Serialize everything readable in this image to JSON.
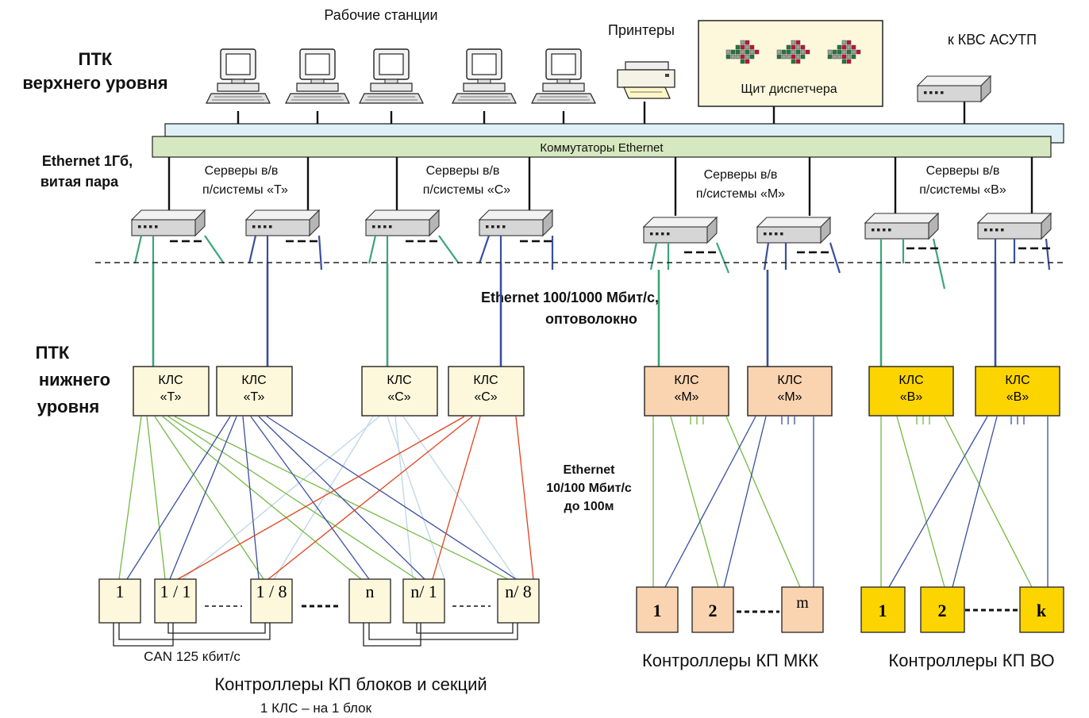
{
  "top_level": {
    "line1": "ПТК",
    "line2": "верхнего уровня"
  },
  "low_level": {
    "line1": "ПТК",
    "line2": "нижнего",
    "line3": "уровня"
  },
  "workstations_label": "Рабочие станции",
  "printers_label": "Принтеры",
  "dispatcher_panel_label": "Щит диспетчера",
  "kvs_label": "к КВС АСУТП",
  "switches_label": "Коммутаторы Ethernet",
  "ethernet_1g": {
    "line1": "Ethernet 1Гб,",
    "line2": "витая пара"
  },
  "ethernet_fiber": {
    "line1": "Ethernet 100/1000 Мбит/с,",
    "line2": "оптоволокно"
  },
  "ethernet_copper": {
    "line1": "Ethernet",
    "line2": "10/100 Мбит/с",
    "line3": "до 100м"
  },
  "server_groups": [
    {
      "line1": "Серверы в/в",
      "line2": "п/системы «Т»"
    },
    {
      "line1": "Серверы в/в",
      "line2": "п/системы «С»"
    },
    {
      "line1": "Серверы в/в",
      "line2": "п/системы «М»"
    },
    {
      "line1": "Серверы в/в",
      "line2": "п/системы «В»"
    }
  ],
  "kls": [
    {
      "line1": "КЛС",
      "line2": "«Т»"
    },
    {
      "line1": "КЛС",
      "line2": "«Т»"
    },
    {
      "line1": "КЛС",
      "line2": "«С»"
    },
    {
      "line1": "КЛС",
      "line2": "«С»"
    },
    {
      "line1": "КЛС",
      "line2": "«М»"
    },
    {
      "line1": "КЛС",
      "line2": "«М»"
    },
    {
      "line1": "КЛС",
      "line2": "«В»"
    },
    {
      "line1": "КЛС",
      "line2": "«В»"
    }
  ],
  "block_controllers": [
    "1",
    "1 / 1",
    "1 / 8",
    "n",
    "n/ 1",
    "n/ 8"
  ],
  "mkk_controllers": [
    "1",
    "2",
    "m"
  ],
  "vo_controllers": [
    "1",
    "2",
    "k"
  ],
  "can_label": "CAN 125 кбит/с",
  "block_caption": {
    "line1": "Контроллеры  КП блоков и секций",
    "line2": "1 КЛС – на 1 блок"
  },
  "mkk_caption": "Контроллеры КП МКК",
  "vo_caption": "Контроллеры КП ВО",
  "colors": {
    "green": "#3aa57a",
    "blue": "#3a4ea0",
    "light_green": "#74b843",
    "red": "#e2401c",
    "pale_blue": "#bcd6e6",
    "cream": "#fdf8dc",
    "peach": "#fad3b0",
    "yellow": "#fcd400"
  }
}
